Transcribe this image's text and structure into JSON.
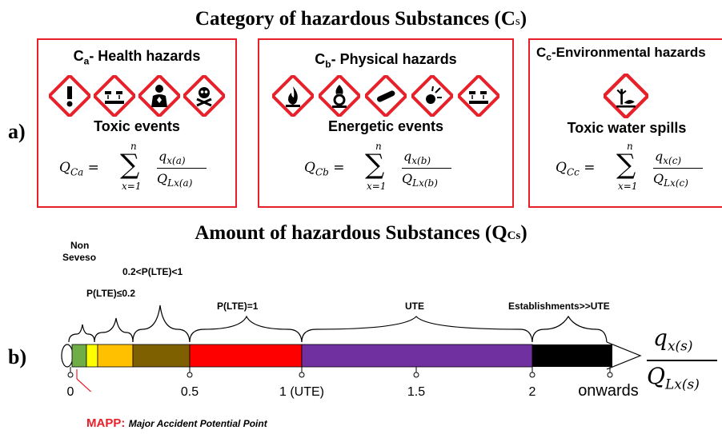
{
  "title_top": "Category of hazardous Substances (C",
  "title_top_sub": "s",
  "title_top_close": ")",
  "title_mid": "Amount of hazardous Substances (Q",
  "title_mid_sub": "Cs",
  "title_mid_close": ")",
  "panel_a": "a)",
  "panel_b": "b)",
  "boxes": [
    {
      "title_main": "C",
      "title_sub": "a",
      "title_rest": "- Health hazards",
      "event": "Toxic events",
      "icons": [
        "exclamation-icon",
        "corrosion-icon",
        "health-hazard-icon",
        "skull-crossbones-icon"
      ],
      "formula_lhs": "Q",
      "formula_lhs_sub": "Ca",
      "num": "q",
      "num_sub": "x(a)",
      "den": "Q",
      "den_sub": "Lx(a)"
    },
    {
      "title_main": "C",
      "title_sub": "b",
      "title_rest": "- Physical hazards",
      "event": "Energetic events",
      "icons": [
        "flame-icon",
        "flame-over-circle-icon",
        "gas-cylinder-icon",
        "exploding-bomb-icon",
        "corrosion-icon"
      ],
      "formula_lhs": "Q",
      "formula_lhs_sub": "Cb",
      "num": "q",
      "num_sub": "x(b)",
      "den": "Q",
      "den_sub": "Lx(b)"
    },
    {
      "title_main": "C",
      "title_sub": "c",
      "title_rest": "-Environmental hazards",
      "event": "Toxic water spills",
      "icons": [
        "environment-icon"
      ],
      "formula_lhs": "Q",
      "formula_lhs_sub": "Cc",
      "num": "q",
      "num_sub": "x(c)",
      "den": "Q",
      "den_sub": "Lx(c)"
    }
  ],
  "sum_n": "n",
  "sum_from": "x=1",
  "segment_labels": {
    "non_seveso_1": "Non",
    "non_seveso_2": "Seveso",
    "p_low": "P(LTE)≤0.2",
    "p_mid": "0.2<P(LTE)<1",
    "p_one": "P(LTE)=1",
    "ute": "UTE",
    "establishments": "Establishments>>UTE"
  },
  "ticks": {
    "t0": "0",
    "t05": "0.5",
    "t1": "1 (UTE)",
    "t15": "1.5",
    "t2": "2",
    "onwards": "onwards"
  },
  "big_fraction": {
    "num": "q",
    "num_sub": "x(s)",
    "den": "Q",
    "den_sub": "Lx(s)"
  },
  "mapp_label": "MAPP:",
  "mapp_text": "Major Accident Potential Point",
  "colors": {
    "box_border": "#e8202a",
    "seg_green": "#70ad47",
    "seg_yellow": "#ffff00",
    "seg_orange": "#ffc000",
    "seg_olive": "#7f6000",
    "seg_red": "#ff0000",
    "seg_purple": "#7030a0",
    "seg_black": "#000000",
    "mapp": "#e8202a"
  }
}
